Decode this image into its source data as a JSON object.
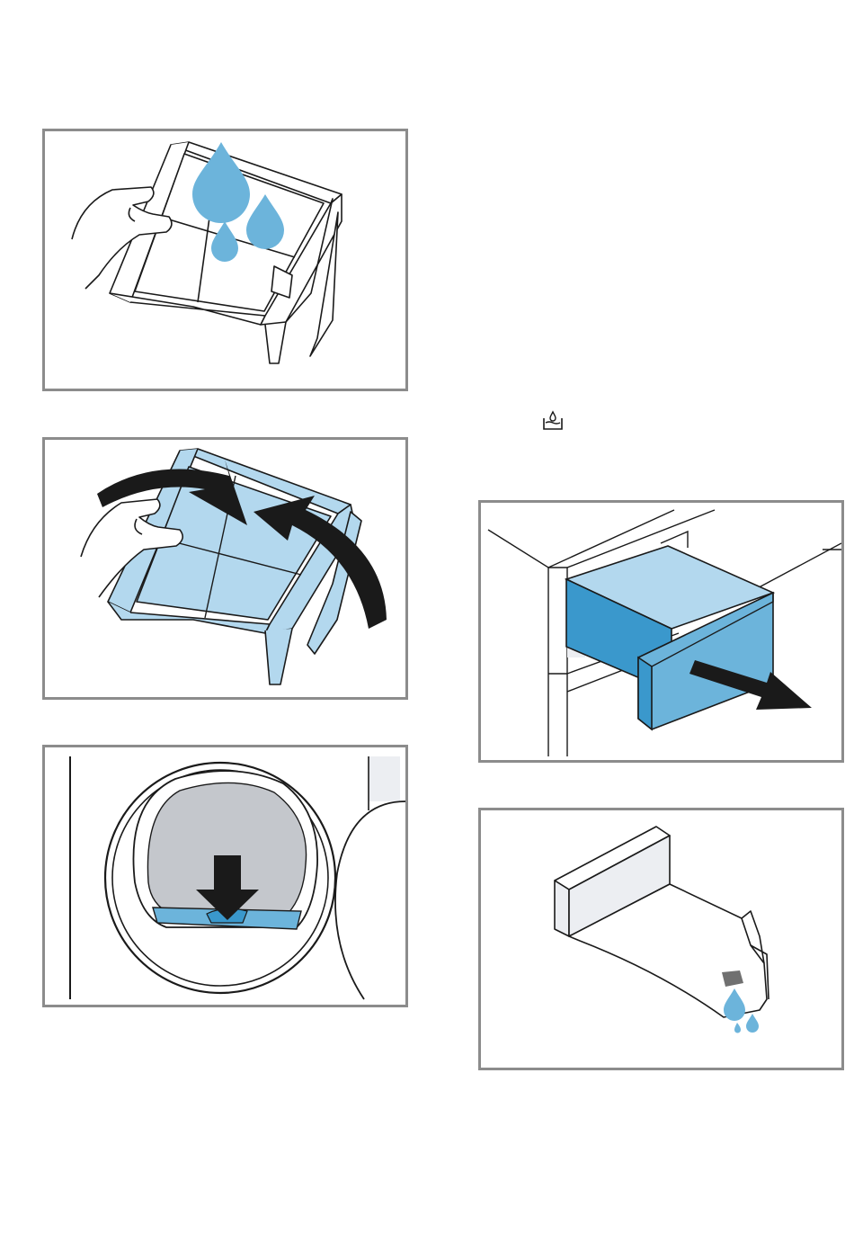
{
  "colors": {
    "frame": "#8c8c8c",
    "water_blue": "#6cb4db",
    "filter_blue": "#b3d8ee",
    "tank_blue": "#3a98cc",
    "door_grey": "#c4c7cc",
    "outline": "#1a1a1a"
  },
  "icons": {
    "inline_symbol": "water-tank-icon"
  },
  "figures": [
    {
      "id": "fig-1",
      "subject": "filter-rinse"
    },
    {
      "id": "fig-2",
      "subject": "filter-close"
    },
    {
      "id": "fig-3",
      "subject": "filter-insert-in-door"
    },
    {
      "id": "fig-4",
      "subject": "water-tank-pull-out"
    },
    {
      "id": "fig-5",
      "subject": "water-tank-empty"
    }
  ]
}
